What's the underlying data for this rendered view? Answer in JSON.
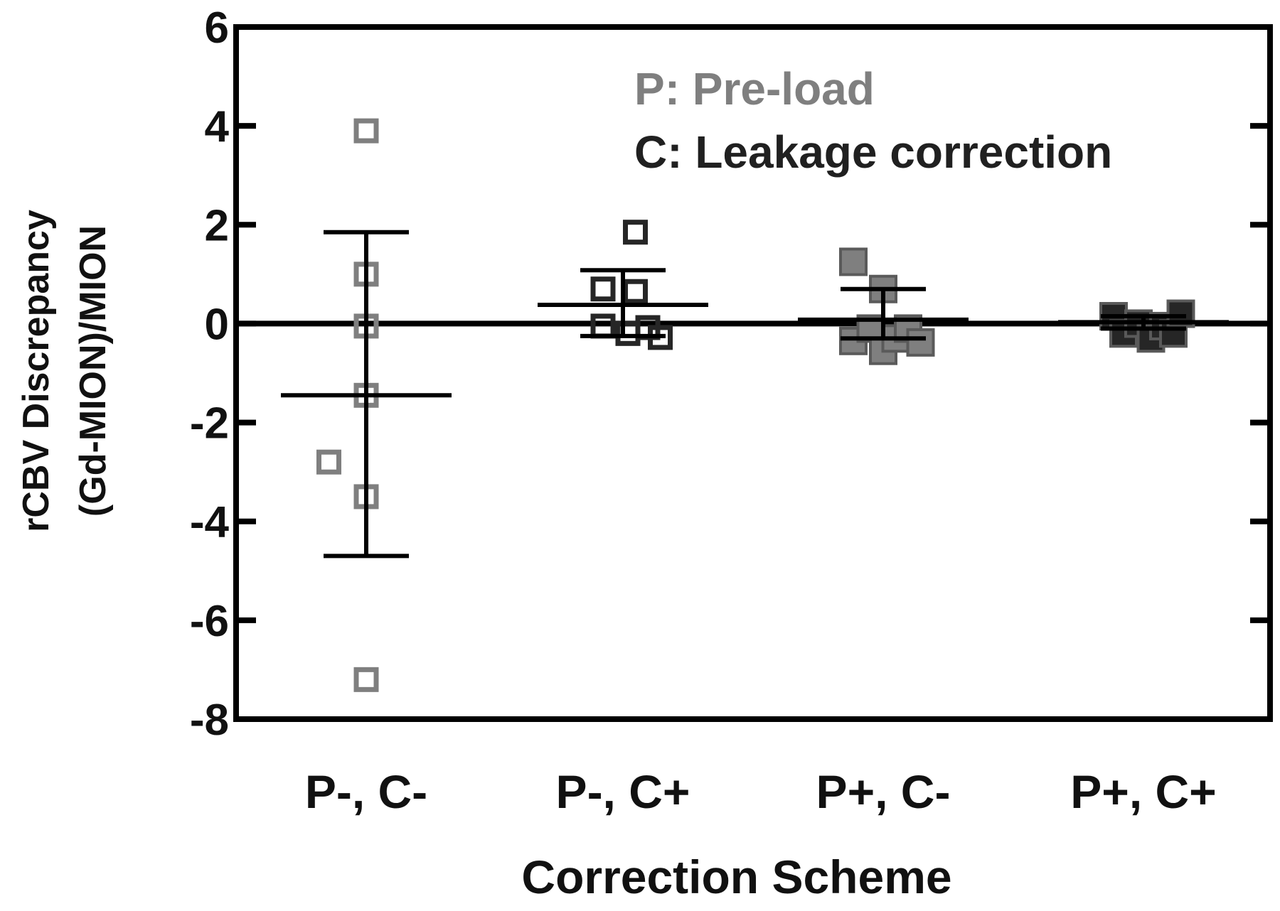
{
  "chart_data": {
    "type": "scatter",
    "title": "",
    "xlabel": "Correction Scheme",
    "ylabel_lines": [
      "rCBV Discrepancy",
      "(Gd-MION)/MION"
    ],
    "categories": [
      "P-, C-",
      "P-, C+",
      "P+, C-",
      "P+, C+"
    ],
    "ylim": [
      -8,
      6
    ],
    "yticks": [
      6,
      4,
      2,
      0,
      -2,
      -4,
      -6,
      -8
    ],
    "ytick_labels": [
      "6",
      "4",
      "2",
      "0",
      "-2",
      "-4",
      "-6",
      "-8"
    ],
    "zero_line": true,
    "grid": false,
    "legend": {
      "placement": "top-right",
      "entries": [
        {
          "text": "P: Pre-load",
          "color": "#7f7f7f"
        },
        {
          "text": "C: Leakage correction",
          "color": "#202020"
        }
      ]
    },
    "series": [
      {
        "category": "P-, C-",
        "marker": "open-square",
        "color": "#7f7f7f",
        "points": [
          [
            0,
            3.9
          ],
          [
            0,
            1.0
          ],
          [
            0,
            -0.05
          ],
          [
            0,
            -1.45
          ],
          [
            -0.15,
            -2.8
          ],
          [
            0,
            -3.5
          ],
          [
            0,
            -7.2
          ]
        ],
        "mean": -1.45,
        "error": [
          -4.7,
          1.85
        ]
      },
      {
        "category": "P-, C+",
        "marker": "open-square",
        "color": "#262626",
        "points": [
          [
            -0.08,
            0.7
          ],
          [
            0.05,
            0.65
          ],
          [
            0.05,
            1.85
          ],
          [
            -0.08,
            -0.05
          ],
          [
            0.02,
            -0.2
          ],
          [
            0.1,
            -0.08
          ],
          [
            0.15,
            -0.28
          ]
        ],
        "mean": 0.38,
        "error": [
          -0.25,
          1.08
        ]
      },
      {
        "category": "P+, C-",
        "marker": "filled-square",
        "color": "#7f7f7f",
        "points": [
          [
            -0.12,
            1.25
          ],
          [
            0.0,
            0.7
          ],
          [
            -0.12,
            -0.35
          ],
          [
            -0.05,
            -0.1
          ],
          [
            0.0,
            -0.55
          ],
          [
            0.05,
            -0.3
          ],
          [
            0.1,
            -0.1
          ],
          [
            0.15,
            -0.38
          ]
        ],
        "mean": 0.08,
        "error": [
          -0.3,
          0.7
        ]
      },
      {
        "category": "P+, C+",
        "marker": "filled-square",
        "color": "#262626",
        "points": [
          [
            -0.12,
            0.15
          ],
          [
            -0.08,
            -0.2
          ],
          [
            -0.02,
            0.0
          ],
          [
            0.03,
            -0.3
          ],
          [
            0.08,
            -0.05
          ],
          [
            0.12,
            -0.2
          ],
          [
            0.15,
            0.2
          ]
        ],
        "mean": 0.03,
        "error": [
          -0.1,
          0.15
        ]
      }
    ]
  }
}
